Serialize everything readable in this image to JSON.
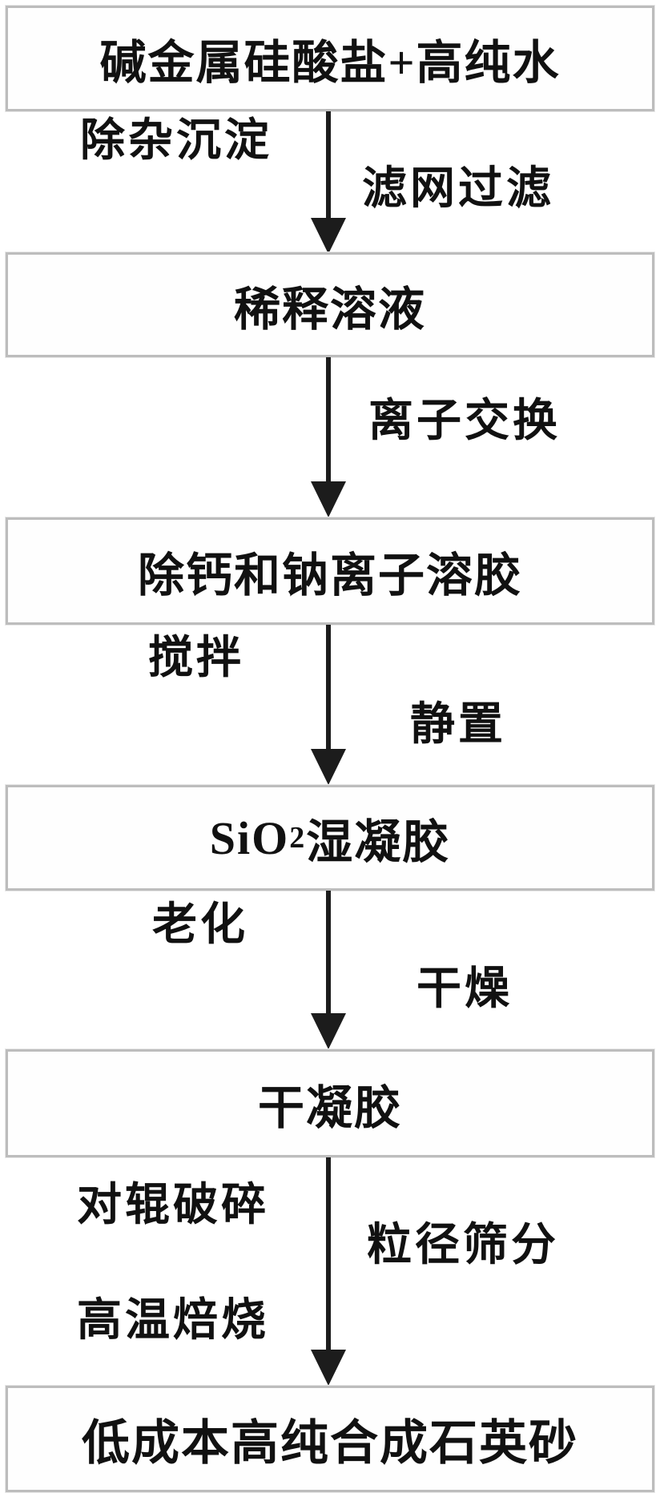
{
  "flowchart": {
    "title_meaning": "Process flow for low-cost high-purity synthetic quartz sand",
    "boxes": [
      {
        "label": "碱金属硅酸盐+高纯水"
      },
      {
        "label": "稀释溶液"
      },
      {
        "label": "除钙和钠离子溶胶"
      },
      {
        "label_pre": "SiO",
        "label_sub": "2",
        "label_post": "湿凝胶"
      },
      {
        "label": "干凝胶"
      },
      {
        "label": "低成本高纯合成石英砂"
      }
    ],
    "edge_labels": [
      {
        "text": "除杂沉淀"
      },
      {
        "text": "滤网过滤"
      },
      {
        "text": "离子交换"
      },
      {
        "text": "搅拌"
      },
      {
        "text": "静置"
      },
      {
        "text": "老化"
      },
      {
        "text": "干燥"
      },
      {
        "text": "对辊破碎"
      },
      {
        "text": "粒径筛分"
      },
      {
        "text": "高温焙烧"
      }
    ],
    "colors": {
      "background": "#ffffff",
      "box_fill": "#fefefe",
      "box_border": "#bdbdbd",
      "text": "#111111",
      "arrow": "#1c1c1c"
    }
  }
}
